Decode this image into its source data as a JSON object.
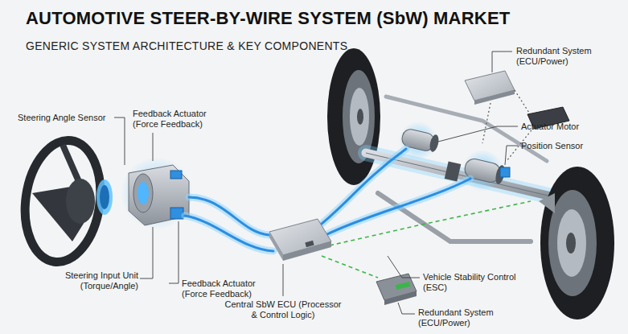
{
  "diagram": {
    "title": "AUTOMOTIVE STEER-BY-WIRE SYSTEM (SbW) MARKET",
    "labels": [
      "GENERIC SYSTEM ARCHITECTURE & KEY COMPONENTS",
      "Redundant System (ECU/Power)",
      "Steering Angle Sensor",
      "Feedback Actuator (Force Feedback)",
      "Actuator Motor",
      "Position Sensor",
      "Steering Input Unit (Torque/Angle)",
      "Feedback Actuator (Force Feedback)",
      "Vehicle Stability Control (ESC)",
      "Central SbW ECU (Processor & Control Logic)",
      "Redundant System (ECU/Power)"
    ]
  }
}
